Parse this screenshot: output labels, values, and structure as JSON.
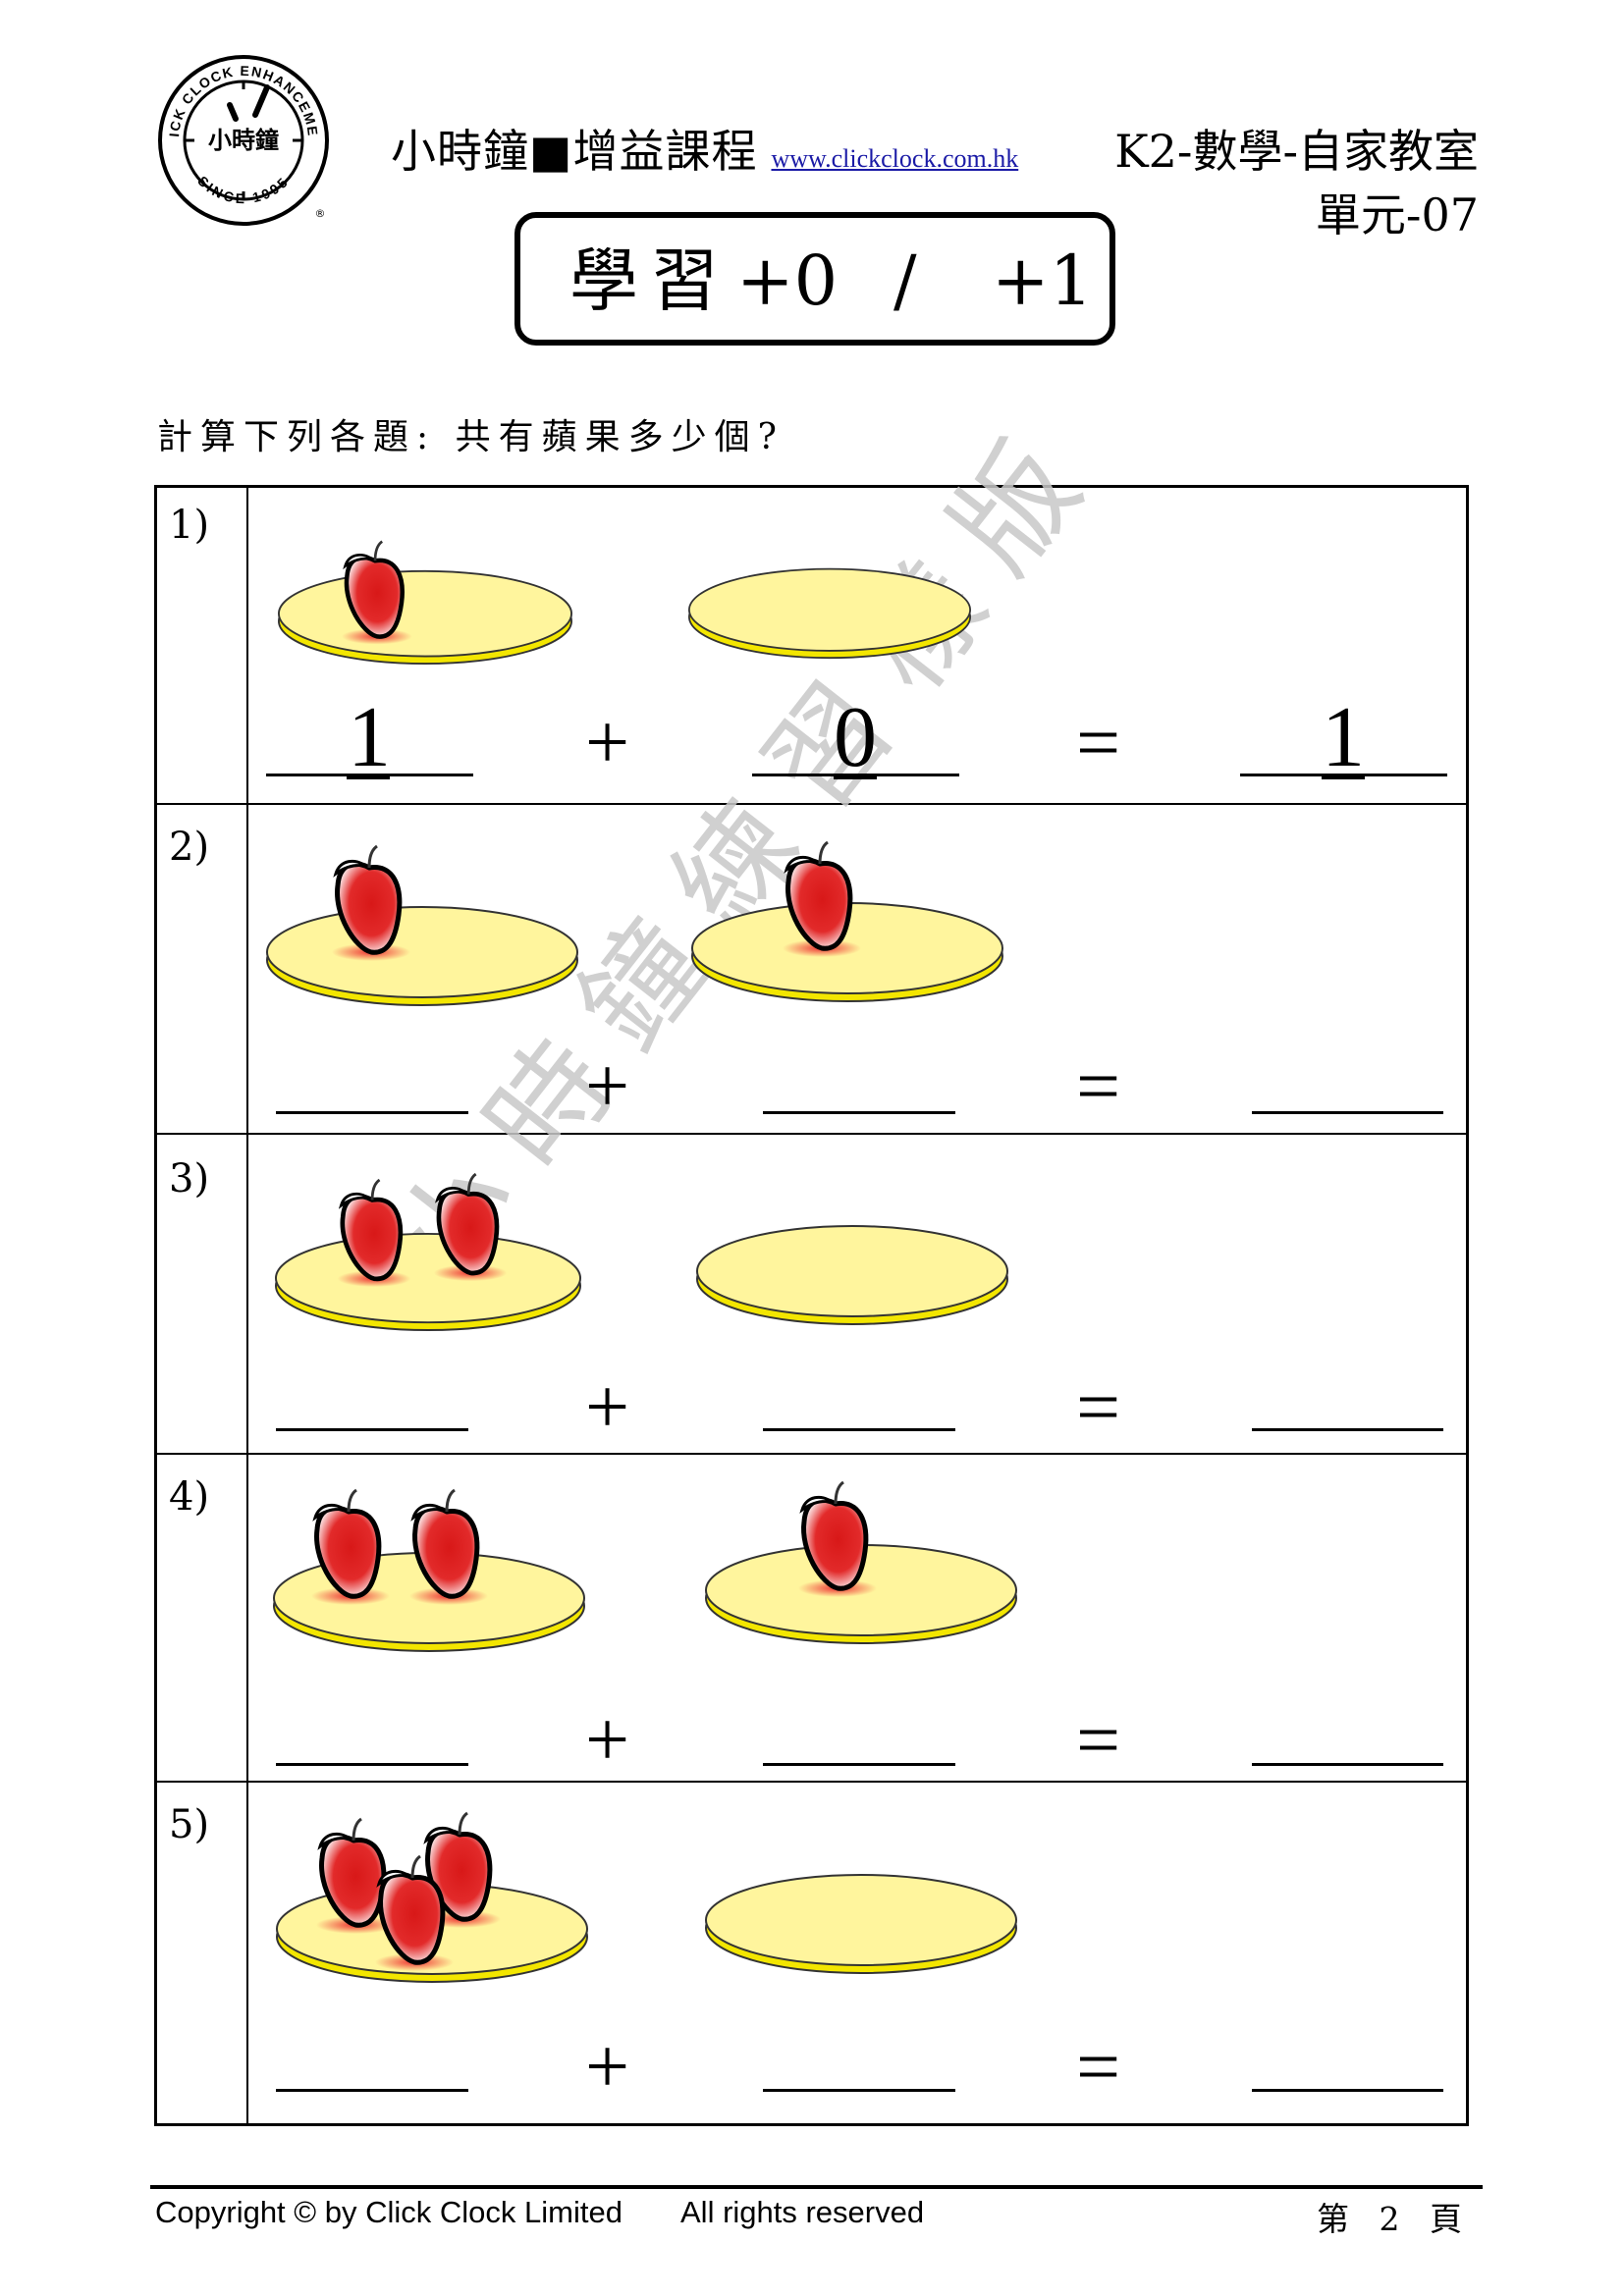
{
  "header": {
    "logo": {
      "ring_text_top": "CLICK CLOCK ENHANCEMENT",
      "ring_text_bottom": "SINCE 1995",
      "center_text": "小時鐘",
      "registered_mark": "®"
    },
    "brand_title": "小時鐘■增益課程",
    "website": "www.clickclock.com.hk",
    "course": "K2-數學-自家教室",
    "unit": "單元-07"
  },
  "title": {
    "label": "學習",
    "part1": "+0",
    "separator": "/",
    "part2": "+1"
  },
  "instruction": "計算下列各題: 共有蘋果多少個?",
  "colors": {
    "plate_fill": "#fff59d",
    "plate_rim": "#f0e000",
    "apple_red": "#e01b1b",
    "watermark": "#c8c8c8",
    "link": "#1a1aa6"
  },
  "symbols": {
    "plus": "+",
    "equals": "="
  },
  "questions": [
    {
      "number": "1)",
      "left_apples": 1,
      "right_apples": 0,
      "answer_left": "1",
      "answer_right": "0",
      "answer_total": "1"
    },
    {
      "number": "2)",
      "left_apples": 1,
      "right_apples": 1,
      "answer_left": "",
      "answer_right": "",
      "answer_total": ""
    },
    {
      "number": "3)",
      "left_apples": 2,
      "right_apples": 0,
      "answer_left": "",
      "answer_right": "",
      "answer_total": ""
    },
    {
      "number": "4)",
      "left_apples": 2,
      "right_apples": 1,
      "answer_left": "",
      "answer_right": "",
      "answer_total": ""
    },
    {
      "number": "5)",
      "left_apples": 3,
      "right_apples": 0,
      "answer_left": "",
      "answer_right": "",
      "answer_total": ""
    }
  ],
  "watermark": "小時鐘練習樣版",
  "footer": {
    "copyright": "Copyright © by Click Clock Limited",
    "rights": "All rights reserved",
    "page": "第 2 頁"
  }
}
